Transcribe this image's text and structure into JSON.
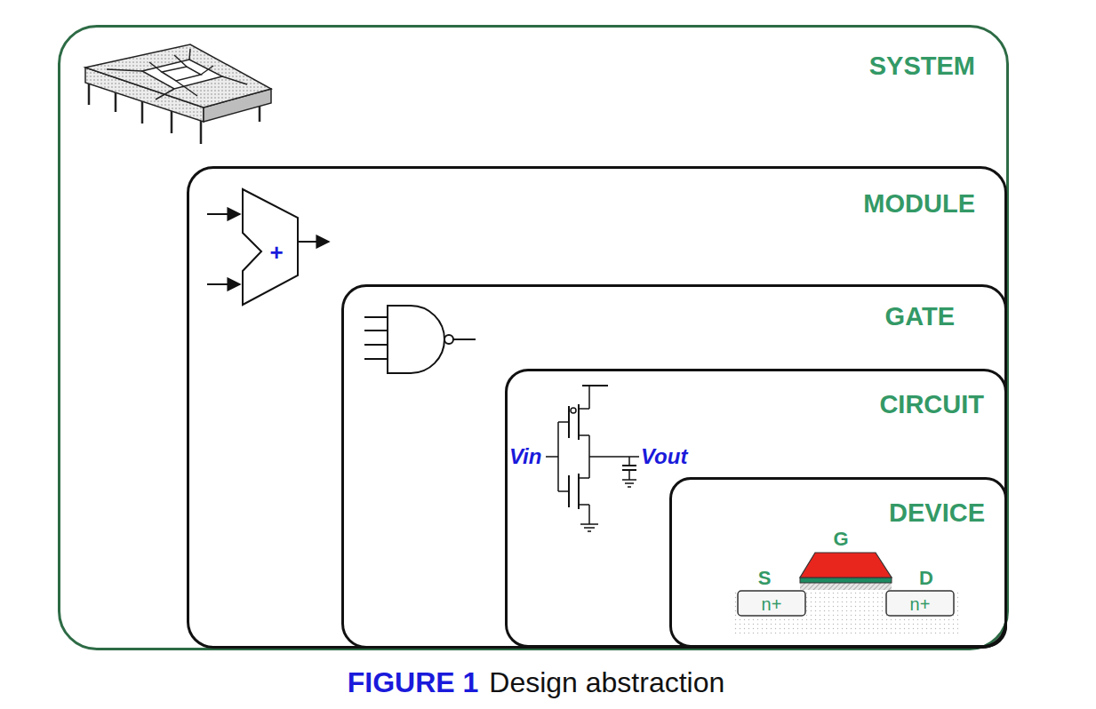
{
  "diagram": {
    "caption": "Design abstraction",
    "nodes": [
      {
        "text": [
          "SYSTEM"
        ]
      },
      {
        "text": [
          "MODULE"
        ],
        "in": 0
      },
      {
        "text": [
          "GATE"
        ],
        "in": 1
      },
      {
        "text": [
          "CIRCUIT"
        ],
        "in": 2
      },
      {
        "text": [
          "DEVICE"
        ],
        "in": 3
      }
    ],
    "labels": [
      "+",
      "Vin",
      "Vout",
      "G",
      "S",
      "D",
      "n+",
      "n+",
      "FIGURE 1"
    ]
  }
}
